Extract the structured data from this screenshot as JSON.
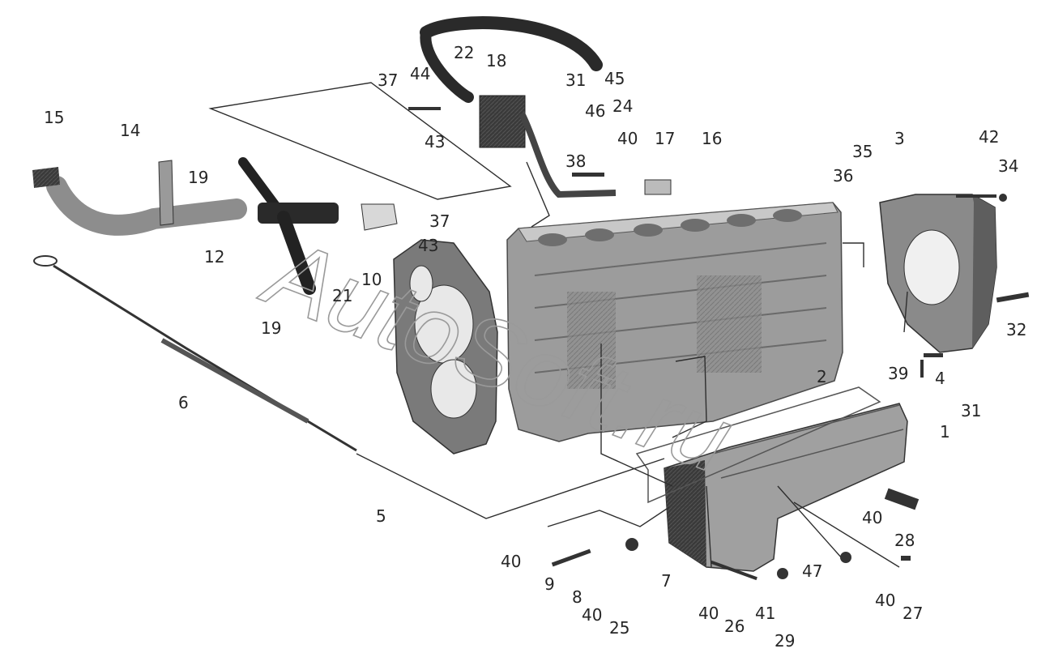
{
  "watermark": "AutoSoft.ru",
  "callouts": [
    {
      "id": "c15",
      "text": "15"
    },
    {
      "id": "c14",
      "text": "14"
    },
    {
      "id": "c19a",
      "text": "19"
    },
    {
      "id": "c12",
      "text": "12"
    },
    {
      "id": "c19b",
      "text": "19"
    },
    {
      "id": "c21",
      "text": "21"
    },
    {
      "id": "c10",
      "text": "10"
    },
    {
      "id": "c37a",
      "text": "37"
    },
    {
      "id": "c44",
      "text": "44"
    },
    {
      "id": "c22",
      "text": "22"
    },
    {
      "id": "c18",
      "text": "18"
    },
    {
      "id": "c43a",
      "text": "43"
    },
    {
      "id": "c31a",
      "text": "31"
    },
    {
      "id": "c45",
      "text": "45"
    },
    {
      "id": "c46",
      "text": "46"
    },
    {
      "id": "c24",
      "text": "24"
    },
    {
      "id": "c40a",
      "text": "40"
    },
    {
      "id": "c17",
      "text": "17"
    },
    {
      "id": "c16",
      "text": "16"
    },
    {
      "id": "c38",
      "text": "38"
    },
    {
      "id": "c37b",
      "text": "37"
    },
    {
      "id": "c43b",
      "text": "43"
    },
    {
      "id": "c35",
      "text": "35"
    },
    {
      "id": "c36",
      "text": "36"
    },
    {
      "id": "c3",
      "text": "3"
    },
    {
      "id": "c42",
      "text": "42"
    },
    {
      "id": "c34",
      "text": "34"
    },
    {
      "id": "c32",
      "text": "32"
    },
    {
      "id": "c39",
      "text": "39"
    },
    {
      "id": "c4",
      "text": "4"
    },
    {
      "id": "c31b",
      "text": "31"
    },
    {
      "id": "c2",
      "text": "2"
    },
    {
      "id": "c1",
      "text": "1"
    },
    {
      "id": "c6",
      "text": "6"
    },
    {
      "id": "c5",
      "text": "5"
    },
    {
      "id": "c40b",
      "text": "40"
    },
    {
      "id": "c28",
      "text": "28"
    },
    {
      "id": "c40c",
      "text": "40"
    },
    {
      "id": "c9",
      "text": "9"
    },
    {
      "id": "c7",
      "text": "7"
    },
    {
      "id": "c8",
      "text": "8"
    },
    {
      "id": "c40d",
      "text": "40"
    },
    {
      "id": "c25",
      "text": "25"
    },
    {
      "id": "c47",
      "text": "47"
    },
    {
      "id": "c40e",
      "text": "40"
    },
    {
      "id": "c26",
      "text": "26"
    },
    {
      "id": "c41",
      "text": "41"
    },
    {
      "id": "c29",
      "text": "29"
    },
    {
      "id": "c40f",
      "text": "40"
    },
    {
      "id": "c27",
      "text": "27"
    }
  ]
}
